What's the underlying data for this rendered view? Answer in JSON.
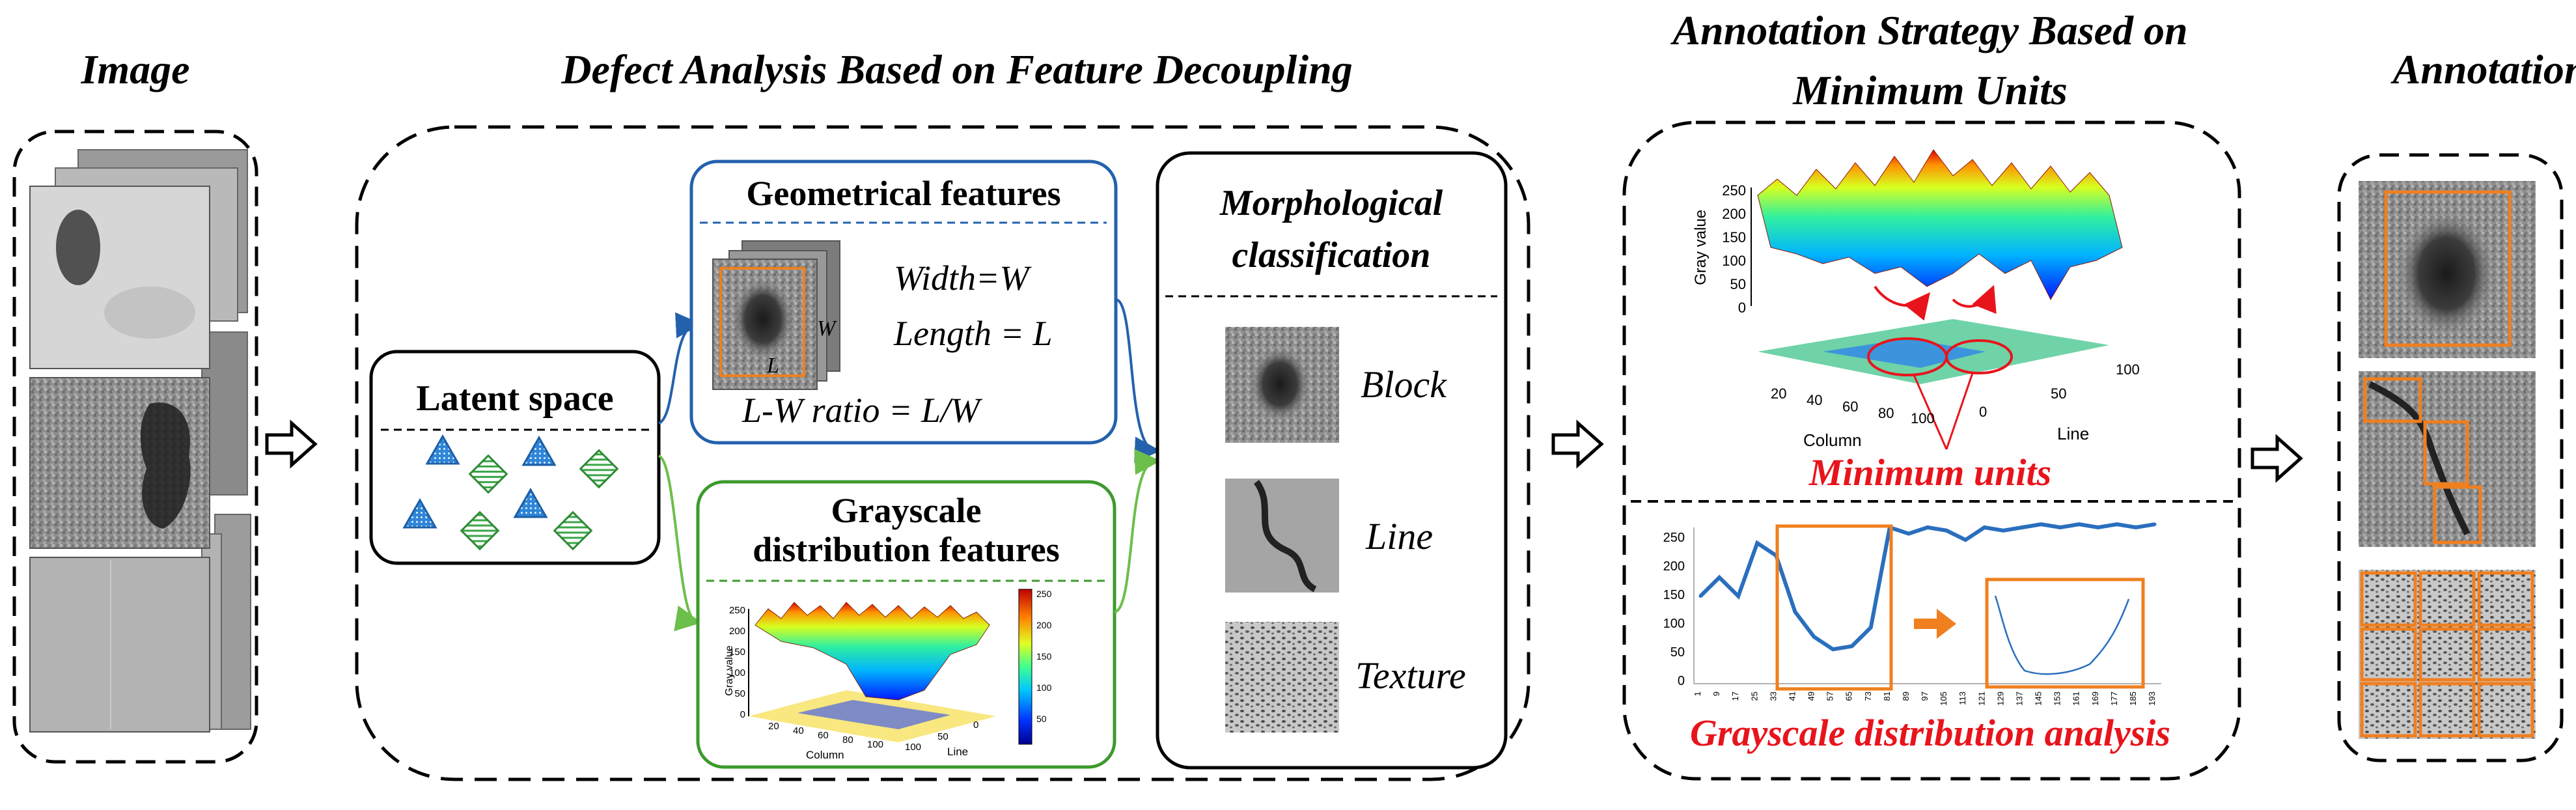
{
  "headers": {
    "image": "Image",
    "defect": "Defect Analysis Based on Feature Decoupling",
    "strategy_line1": "Annotation Strategy Based on",
    "strategy_line2": "Minimum Units",
    "annotation": "Annotation"
  },
  "latent": {
    "title": "Latent space"
  },
  "geometric": {
    "title": "Geometrical features",
    "width_eq": "Width=W",
    "length_eq": "Length = L",
    "ratio_eq": "L-W ratio = L/W",
    "w_mark": "W",
    "l_mark": "L"
  },
  "grayscale": {
    "title_line1": "Grayscale",
    "title_line2": "distribution features",
    "z_label": "Gray value",
    "x_label": "Column",
    "y_label": "Line",
    "z_ticks": [
      "250",
      "200",
      "150",
      "100",
      "50",
      "0"
    ],
    "x_ticks": [
      "20",
      "40",
      "60",
      "80",
      "100"
    ],
    "y_ticks": [
      "100",
      "50",
      "0"
    ],
    "colorbar_ticks": [
      "250",
      "200",
      "150",
      "100",
      "50"
    ]
  },
  "morph": {
    "title_line1": "Morphological",
    "title_line2": "classification",
    "classes": [
      "Block",
      "Line",
      "Texture"
    ]
  },
  "surface_plot": {
    "z_label": "Gray value",
    "x_label": "Column",
    "y_label": "Line",
    "z_ticks": [
      "250",
      "200",
      "150",
      "100",
      "50",
      "0"
    ],
    "x_ticks": [
      "20",
      "40",
      "60",
      "80",
      "100"
    ],
    "y_ticks": [
      "100",
      "50",
      "0"
    ],
    "caption": "Minimum units"
  },
  "line_plot": {
    "y_ticks": [
      "250",
      "200",
      "150",
      "100",
      "50",
      "0"
    ],
    "x_ticks": [
      "1",
      "9",
      "17",
      "25",
      "33",
      "41",
      "49",
      "57",
      "65",
      "73",
      "81",
      "89",
      "97",
      "105",
      "113",
      "121",
      "129",
      "137",
      "145",
      "153",
      "161",
      "169",
      "177",
      "185",
      "193"
    ],
    "caption": "Grayscale distribution analysis"
  },
  "colors": {
    "blue_box": "#2361ad",
    "green_box": "#3c9a2d",
    "orange": "#f07f1f",
    "red_text": "#e8141c",
    "line_blue": "#2a6fbe"
  },
  "chart_data": [
    {
      "type": "line",
      "title": "",
      "xlabel": "",
      "ylabel": "",
      "ylim": [
        0,
        250
      ],
      "x": [
        1,
        9,
        17,
        25,
        33,
        41,
        49,
        57,
        65,
        73,
        81,
        89,
        97,
        105,
        113,
        121,
        129,
        137,
        145,
        153,
        161,
        169,
        177,
        185,
        193
      ],
      "series": [
        {
          "values": [
            140,
            170,
            140,
            225,
            205,
            115,
            75,
            55,
            60,
            90,
            250,
            240,
            250,
            245,
            230,
            250,
            245,
            250,
            255,
            250,
            255,
            250,
            255,
            250,
            255
          ]
        }
      ]
    }
  ]
}
